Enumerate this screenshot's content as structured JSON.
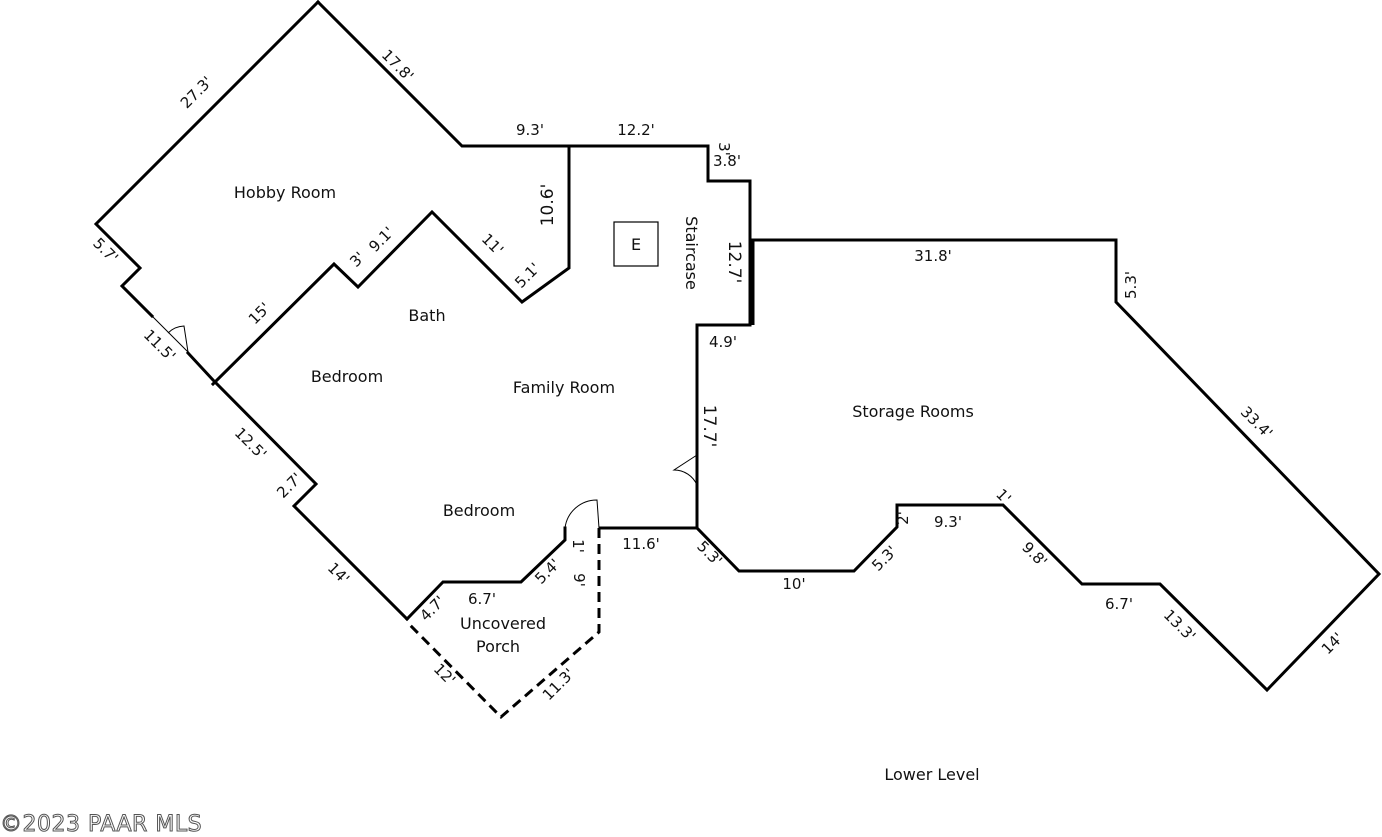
{
  "floor_label": "Lower Level",
  "watermark": "©2023 PAAR MLS",
  "rooms": {
    "hobby_room": "Hobby Room",
    "bath": "Bath",
    "bedroom_upper": "Bedroom",
    "family_room": "Family Room",
    "bedroom_lower": "Bedroom",
    "staircase": "Staircase",
    "storage_rooms": "Storage Rooms",
    "porch_line1": "Uncovered",
    "porch_line2": "Porch",
    "equipment": "E"
  },
  "dimensions": {
    "d_27_3": "27.3'",
    "d_17_8": "17.8'",
    "d_9_3_top": "9.3'",
    "d_12_2": "12.2'",
    "d_3_top": "3'",
    "d_3_8": "3.8'",
    "d_10_6": "10.6'",
    "d_12_7": "12.7'",
    "d_31_8": "31.8'",
    "d_5_3_right": "5.3'",
    "d_5_7": "5.7'",
    "d_11_5": "11.5'",
    "d_9_1": "9.1'",
    "d_3_bath": "3'",
    "d_11_bath": "11'",
    "d_5_1": "5.1'",
    "d_15": "15'",
    "d_4_9": "4.9'",
    "d_17_7": "17.7'",
    "d_33_4": "33.4'",
    "d_12_5": "12.5'",
    "d_2_7": "2.7'",
    "d_14_left": "14'",
    "d_1": "1'",
    "d_9": "9'",
    "d_11_6": "11.6'",
    "d_5_4": "5.4'",
    "d_6_7_porch": "6.7'",
    "d_4_7": "4.7'",
    "d_12_porch": "12'",
    "d_11_3": "11.3'",
    "d_5_3_lower": "5.3'",
    "d_10": "10'",
    "d_5_3_mid": "5.3'",
    "d_2": "2'",
    "d_9_3_lower": "9.3'",
    "d_1_small": "1'",
    "d_9_8": "9.8'",
    "d_6_7_right": "6.7'",
    "d_13_3": "13.3'",
    "d_14_right": "14'"
  }
}
